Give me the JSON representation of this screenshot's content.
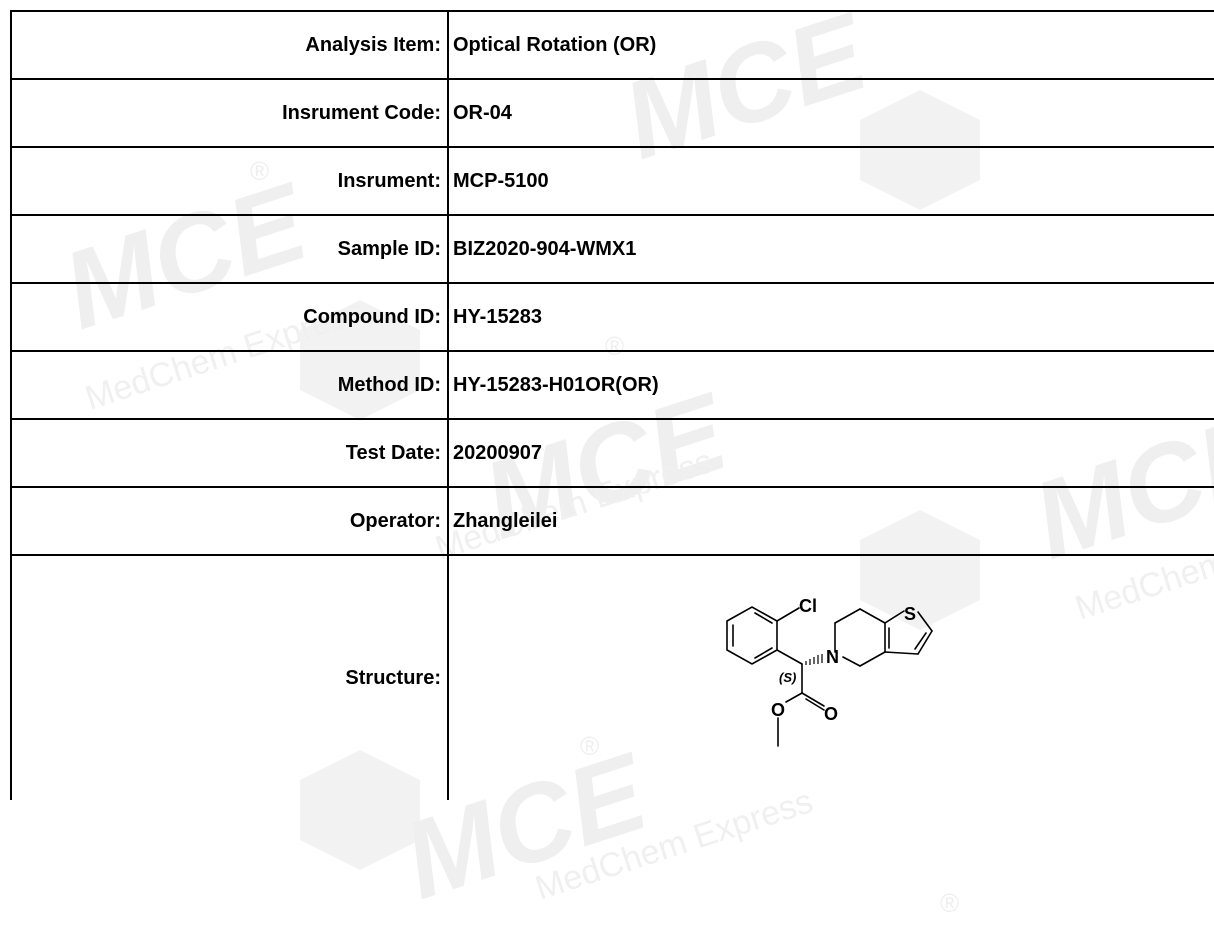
{
  "rows": [
    {
      "label": "Analysis Item:",
      "value": "Optical Rotation (OR)"
    },
    {
      "label": "Insrument Code:",
      "value": "OR-04"
    },
    {
      "label": "Insrument:",
      "value": "MCP-5100"
    },
    {
      "label": "Sample ID:",
      "value": "BIZ2020-904-WMX1"
    },
    {
      "label": "Compound ID:",
      "value": "HY-15283"
    },
    {
      "label": "Method ID:",
      "value": "HY-15283-H01OR(OR)"
    },
    {
      "label": "Test Date:",
      "value": "20200907"
    },
    {
      "label": "Operator:",
      "value": "Zhangleilei"
    }
  ],
  "structure": {
    "label": "Structure:",
    "atoms": {
      "cl": "Cl",
      "s": "S",
      "n": "N",
      "stereo": "(S)",
      "o1": "O",
      "o2": "O"
    }
  },
  "watermark": {
    "brand": "MCE",
    "text": "MedChem Express",
    "mark": "®"
  }
}
